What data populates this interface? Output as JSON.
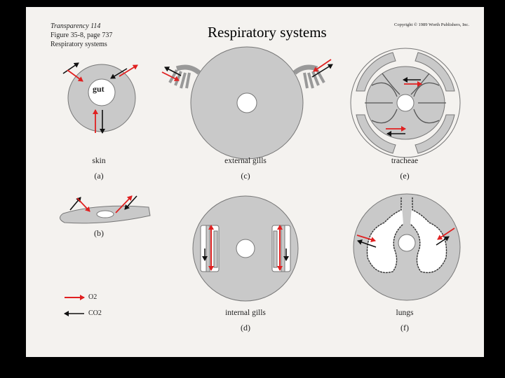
{
  "header": {
    "transparency": "Transparency 114",
    "figure_ref": "Figure 35-8, page 737",
    "subtitle": "Respiratory systems",
    "copyright": "Copyright © 1989 Worth Publishers, Inc."
  },
  "title": "Respiratory systems",
  "panels": {
    "a": {
      "label": "skin",
      "letter": "(a)",
      "inner": "gut"
    },
    "b": {
      "letter": "(b)"
    },
    "c": {
      "label": "external gills",
      "letter": "(c)"
    },
    "d": {
      "label": "internal gills",
      "letter": "(d)"
    },
    "e": {
      "label": "tracheae",
      "letter": "(e)"
    },
    "f": {
      "label": "lungs",
      "letter": "(f)"
    }
  },
  "legend": {
    "o2": "O2",
    "co2": "CO2"
  },
  "colors": {
    "o2": "#e02020",
    "co2": "#111111",
    "tissue": "#c9c9c9",
    "background": "#f4f2ef"
  }
}
